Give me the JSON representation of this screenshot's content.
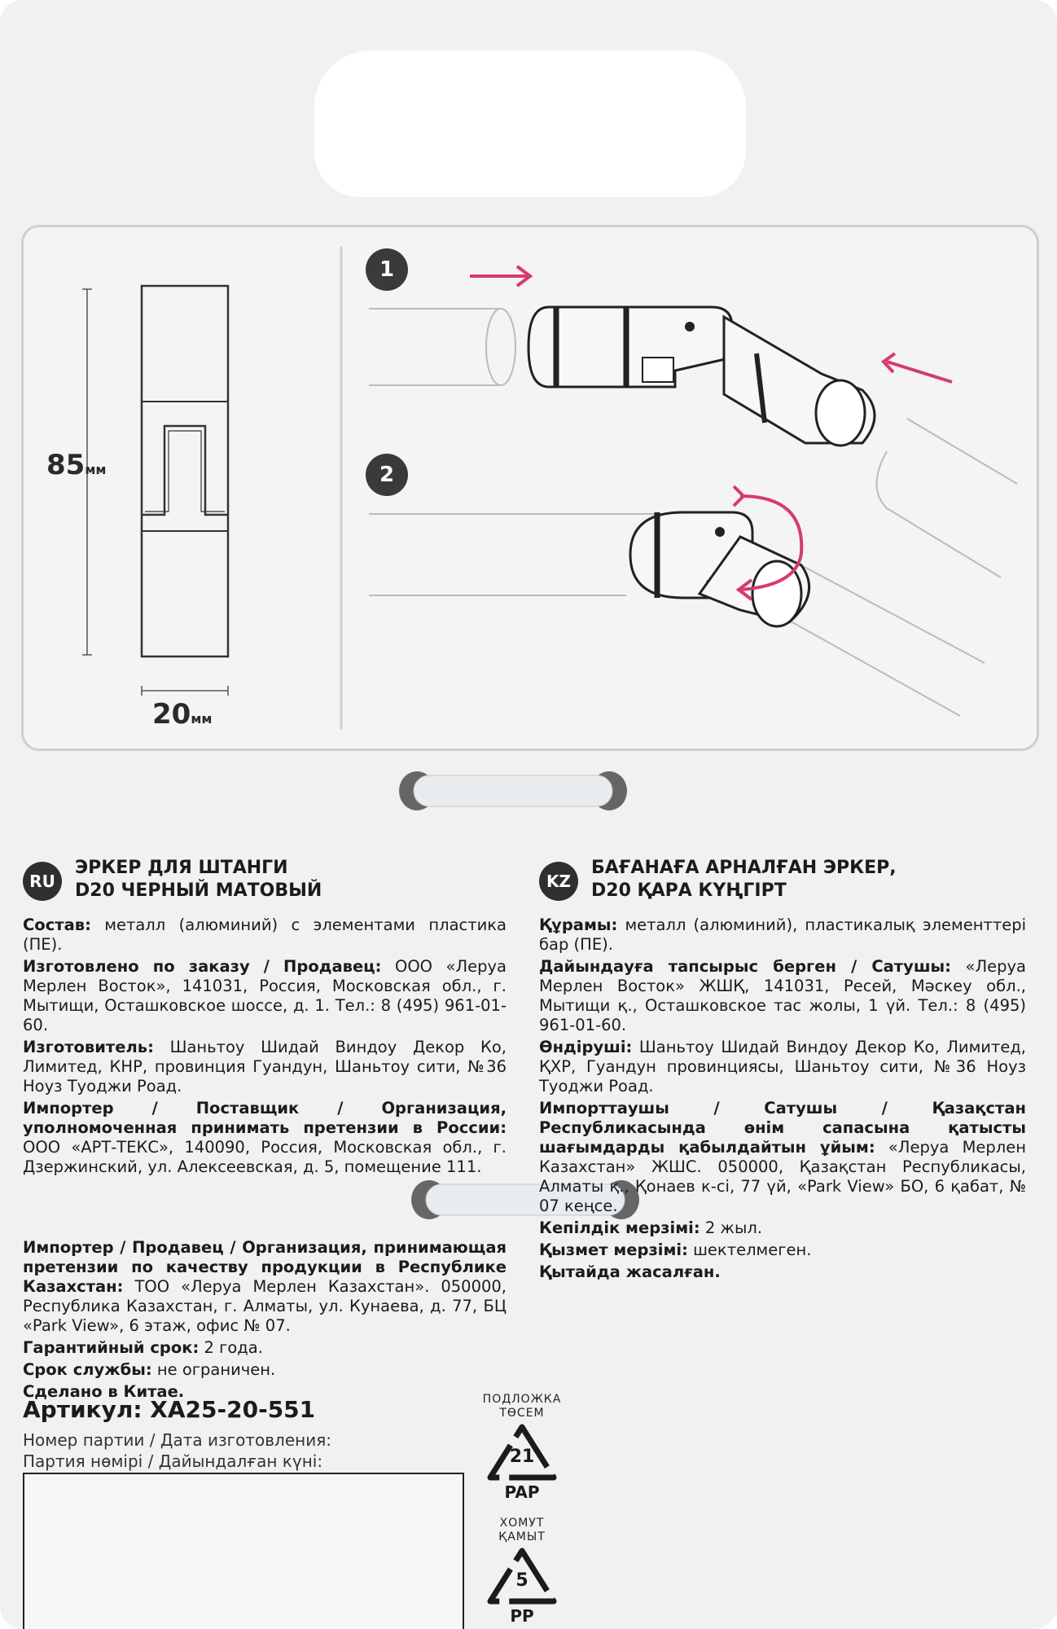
{
  "diagram": {
    "height_label": "85",
    "height_unit": "мм",
    "width_label": "20",
    "width_unit": "мм",
    "steps": [
      "1",
      "2"
    ],
    "accent_color": "#d63a73"
  },
  "ru": {
    "badge": "RU",
    "title_line1": "ЭРКЕР ДЛЯ ШТАНГИ",
    "title_line2": "D20 ЧЕРНЫЙ МАТОВЫЙ",
    "p1_label": "Состав:",
    "p1_text": " металл (алюминий) с элементами пластика (ПЕ).",
    "p2_label": "Изготовлено по заказу / Продавец:",
    "p2_text": " ООО «Леруа Мерлен Восток», 141031, Россия, Московская обл., г. Мытищи, Осташковское шоссе, д. 1. Тел.: 8 (495) 961-01-60.",
    "p3_label": "Изготовитель:",
    "p3_text": " Шаньтоу Шидай Виндоу Декор Ко, Лимитед, КНР, провинция Гуандун, Шаньтоу сити, №36 Ноуз Туоджи Роад.",
    "p4_label": "Импортер / Поставщик / Организация, уполномоченная принимать претензии в России:",
    "p4_text": " ООО «АРТ-ТЕКС», 140090, Россия, Московская обл., г. Дзержинский, ул. Алексеевская, д. 5, помещение 111.",
    "p5_label": "Импортер / Продавец / Организация, принимающая претензии по качеству продукции в Республике Казахстан:",
    "p5_text": " ТОО «Леруа Мерлен Казахстан». 050000, Республика Казахстан, г. Алматы, ул. Кунаева, д. 77, БЦ «Park View», 6 этаж, офис № 07.",
    "p6_label": "Гарантийный срок:",
    "p6_text": " 2 года.",
    "p7_label": "Срок службы:",
    "p7_text": " не ограничен.",
    "p8_label": "Сделано в Китае."
  },
  "kz": {
    "badge": "KZ",
    "title_line1": "БАҒАНАҒА АРНАЛҒАН ЭРКЕР,",
    "title_line2": "D20 ҚАРА КҮҢГІРТ",
    "p1_label": "Құрамы:",
    "p1_text": " металл (алюминий), пластикалық элементтері бар (ПЕ).",
    "p2_label": "Дайындауға тапсырыс берген / Сатушы:",
    "p2_text": " «Леруа Мерлен Восток» ЖШҚ, 141031, Ресей, Мәскеу обл., Мытищи қ., Осташковское тас жолы, 1 үй. Тел.: 8 (495) 961-01-60.",
    "p3_label": "Өндіруші:",
    "p3_text": " Шаньтоу Шидай Виндоу Декор Ко, Лимитед, ҚХР, Гуандун провинциясы, Шаньтоу сити, №36 Ноуз Туоджи Роад.",
    "p4_label": "Импорттаушы / Сатушы / Қазақстан Республикасында өнім сапасына қатысты шағымдарды қабылдайтын ұйым:",
    "p4_text": " «Леруа Мерлен Казахстан» ЖШС. 050000, Қазақстан Республикасы, Алматы қ., Қонаев к-сі, 77 үй, «Park View» БО, 6 қабат, № 07 кеңсе.",
    "p5_label": "Кепілдік мерзімі:",
    "p5_text": " 2 жыл.",
    "p6_label": "Қызмет мерзімі:",
    "p6_text": " шектелмеген.",
    "p7_label": "Қытайда жасалған."
  },
  "article": "Артикул: ХА25-20-551",
  "batch_ru": "Номер партии / Дата изготовления:",
  "batch_kz": "Партия нөмірі / Дайындалған күні:",
  "recycle": [
    {
      "caption1": "ПОДЛОЖКА",
      "caption2": "ТӨСЕМ",
      "number": "21",
      "code": "PAP"
    },
    {
      "caption1": "ХОМУТ",
      "caption2": "ҚАМЫТ",
      "number": "5",
      "code": "PP"
    }
  ]
}
